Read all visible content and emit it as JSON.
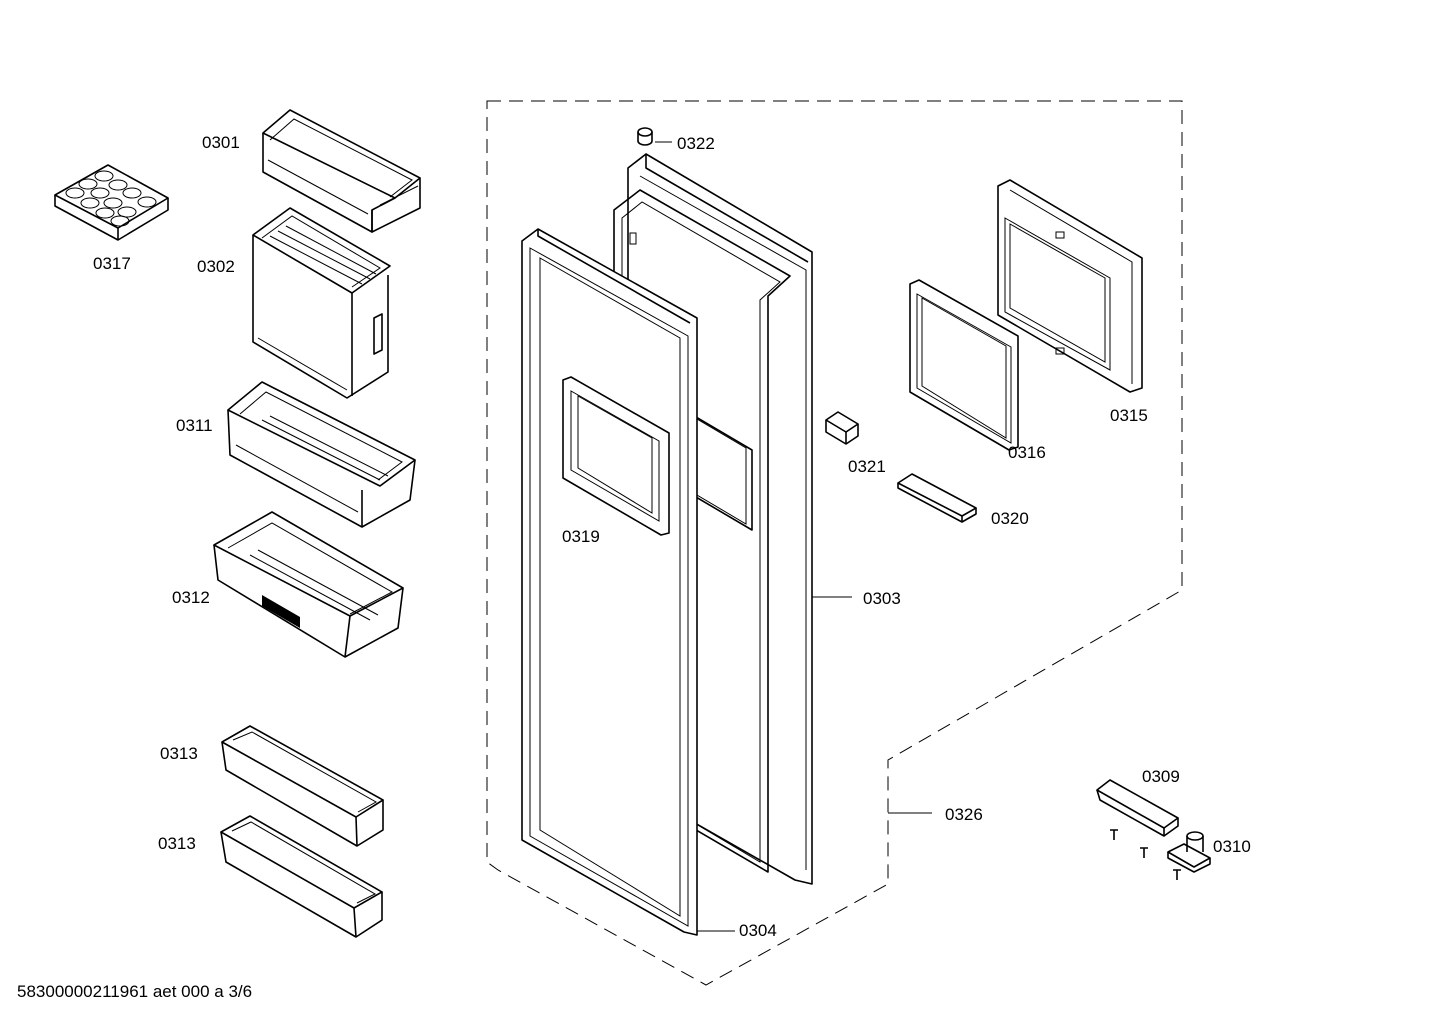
{
  "diagram": {
    "labels": {
      "p0301": "0301",
      "p0302": "0302",
      "p0311": "0311",
      "p0312": "0312",
      "p0313a": "0313",
      "p0313b": "0313",
      "p0317": "0317",
      "p0322": "0322",
      "p0319": "0319",
      "p0303": "0303",
      "p0304": "0304",
      "p0326": "0326",
      "p0321": "0321",
      "p0320": "0320",
      "p0316": "0316",
      "p0315": "0315",
      "p0309": "0309",
      "p0310": "0310"
    },
    "footer": "58300000211961 aet 000 a 3/6"
  }
}
